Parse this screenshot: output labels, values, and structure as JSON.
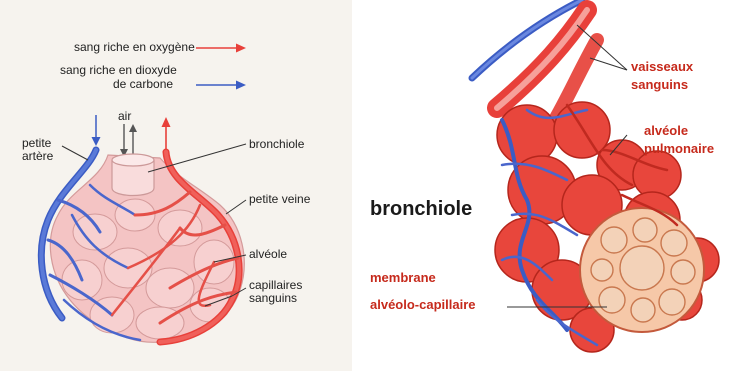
{
  "left": {
    "legend": {
      "oxygen": "sang riche en oxygène",
      "co2_line1": "sang riche en dioxyde",
      "co2_line2": "de carbone"
    },
    "labels": {
      "petite_artere_1": "petite",
      "petite_artere_2": "artère",
      "air": "air",
      "bronchiole": "bronchiole",
      "petite_veine": "petite veine",
      "alveole": "alvéole",
      "capillaires_1": "capillaires",
      "capillaires_2": "sanguins"
    }
  },
  "right": {
    "labels": {
      "vaisseaux_1": "vaisseaux",
      "vaisseaux_2": "sanguins",
      "alveole_1": "alvéole",
      "alveole_2": "pulmonaire",
      "bronchiole": "bronchiole",
      "membrane_1": "membrane",
      "membrane_2": "alvéolo-capillaire"
    }
  },
  "colors": {
    "oxygen_red": "#e8403a",
    "co2_blue": "#3b5cc4",
    "label_red": "#c62a1c",
    "alveolus_pink": "#f4c4c4"
  }
}
